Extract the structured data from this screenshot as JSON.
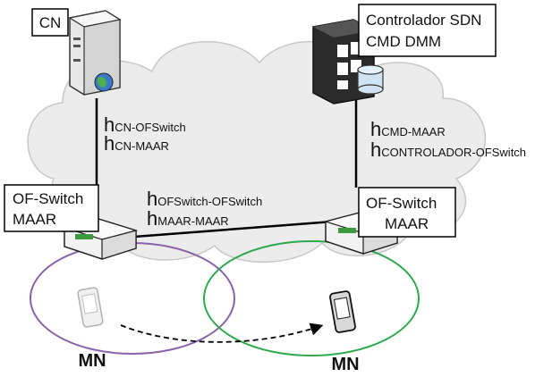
{
  "nodes": {
    "cn": {
      "label": "CN"
    },
    "controller": {
      "line1": "Controlador SDN",
      "line2": "CMD DMM"
    },
    "switch_left": {
      "line1": "OF-Switch",
      "line2": "MAAR"
    },
    "switch_right": {
      "line1": "OF-Switch",
      "line2": "MAAR"
    },
    "mn_left": {
      "label": "MN"
    },
    "mn_right": {
      "label": "MN"
    }
  },
  "latencies": {
    "h_symbol": "h",
    "cn_ofswitch": "CN-OFSwitch",
    "cn_maar": "CN-MAAR",
    "cmd_maar": "CMD-MAAR",
    "controlador_ofswitch": "CONTROLADOR-OFSwitch",
    "ofswitch_ofswitch": "OFSwitch-OFSwitch",
    "maar_maar": "MAAR-MAAR"
  },
  "colors": {
    "cloud_fill": "#ececec",
    "cloud_stroke": "#c8c8c8",
    "link": "#000000",
    "coverage_left": "#8a63a8",
    "coverage_right": "#2fa84f"
  },
  "icons": {
    "cn": "server-globe-icon",
    "controller": "server-database-icon",
    "switch": "switch-icon",
    "mobile": "mobile-phone-icon"
  }
}
